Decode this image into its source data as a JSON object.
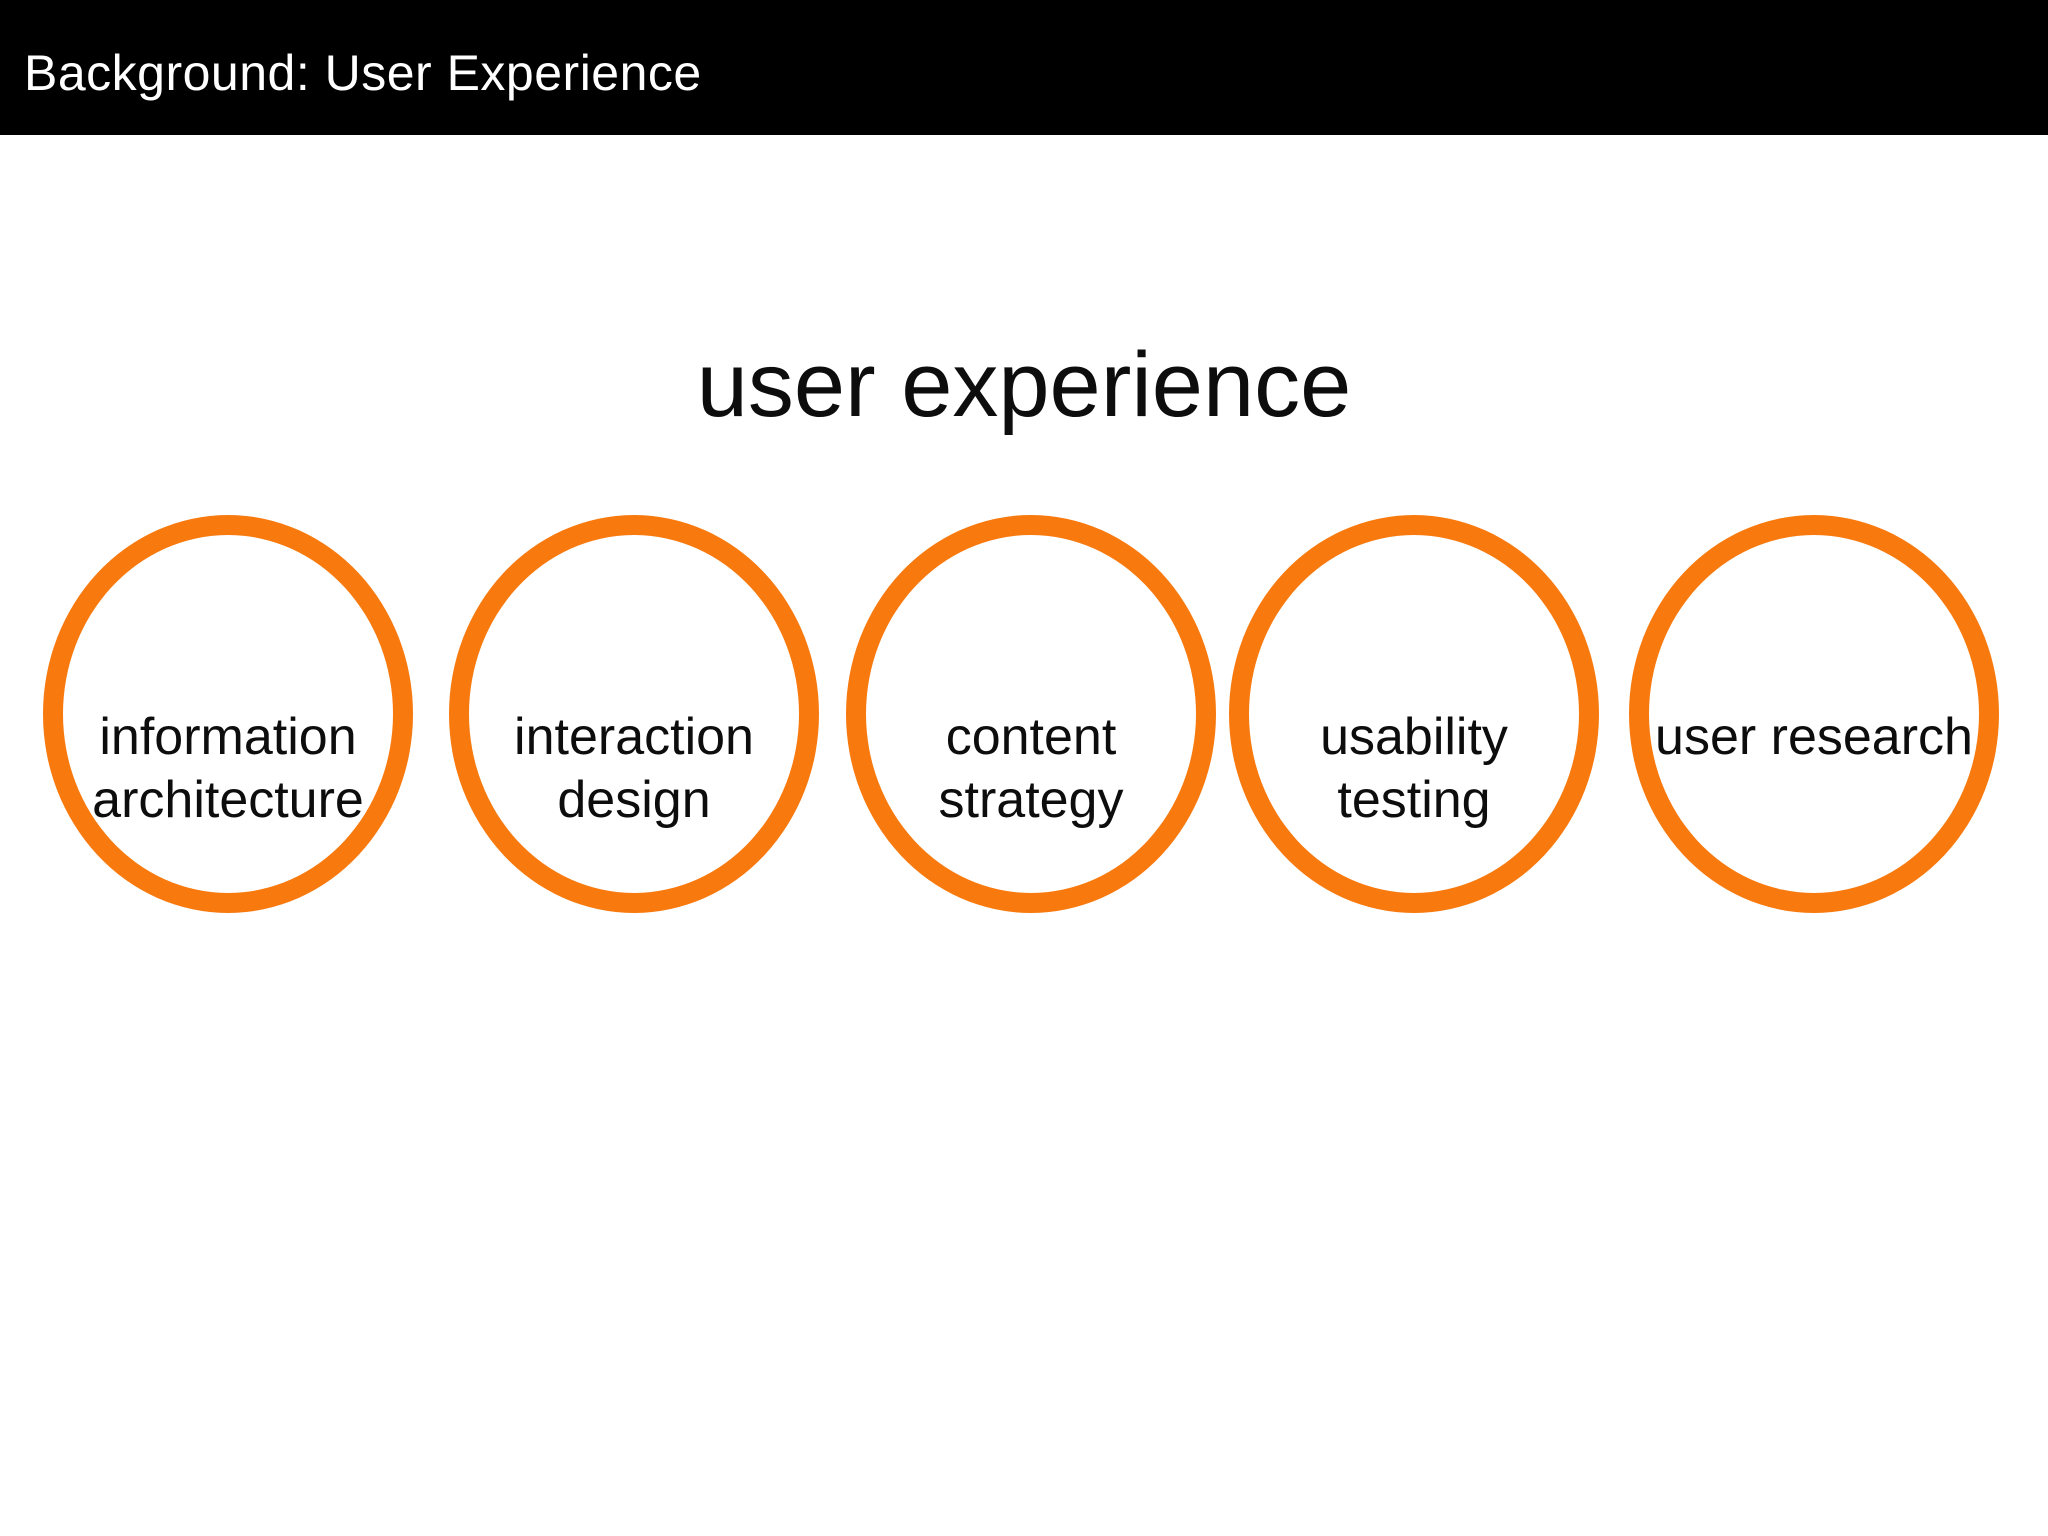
{
  "header": {
    "title": "Background: User Experience"
  },
  "content": {
    "title": "user experience"
  },
  "circles": [
    {
      "label": "information architecture",
      "lines": [
        "information",
        "architecture"
      ]
    },
    {
      "label": "interaction design",
      "lines": [
        "interaction",
        "design"
      ]
    },
    {
      "label": "content strategy",
      "lines": [
        "content",
        "strategy"
      ]
    },
    {
      "label": "usability testing",
      "lines": [
        "usability",
        "testing"
      ]
    },
    {
      "label": "user research",
      "lines": [
        "user research"
      ]
    }
  ],
  "colors": {
    "header_bg": "#000000",
    "header_text": "#ffffff",
    "background": "#ffffff",
    "text": "#0d0d0d",
    "circle_stroke": "#f8790d"
  }
}
